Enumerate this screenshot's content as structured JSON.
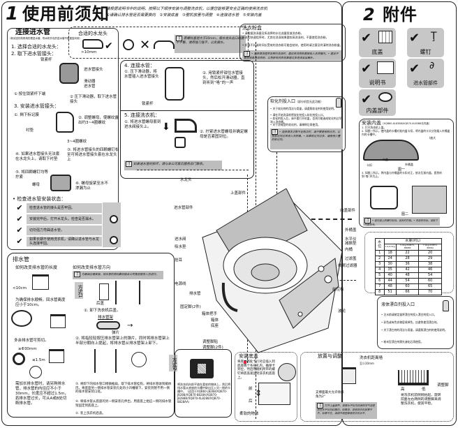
{
  "header": {
    "section_number": "1",
    "title": "使用前须知",
    "intro_line1": "请根据说明书中的说明，按照以下顺序安装与调整洗衣机，以便您能够更安全正确的使用洗衣机",
    "intro_line2": "①请确认排水管是否需要换向　②安装底盖　③整机放置与调整　④连接进水管　⑤安装内盖"
  },
  "accessories": {
    "section_number": "2",
    "title": "附件",
    "items": [
      {
        "label": "底盖",
        "icon": "base-cover-icon"
      },
      {
        "label": "螺钉",
        "icon": "screw-icon"
      },
      {
        "label": "说明书",
        "icon": "manual-icon"
      },
      {
        "label": "进水管部件",
        "icon": "inlet-hose-icon"
      },
      {
        "label": "内盖部件",
        "icon": "inner-lid-icon"
      }
    ]
  },
  "inlet": {
    "title": "连接进水管",
    "subtitle": "（新买回的机带用的是进水管，购水机外包的进水管不要重复利用）",
    "steps": [
      "1. 选择合适的水龙头：",
      "2. 取下进水管接头：",
      "3. 安装进水管接头："
    ],
    "labels": {
      "lock_lever": "锁紧杆",
      "inlet_joint": "进水管接头",
      "slider": "滑动器",
      "inlet_pipe": "进水管",
      "s2_1": "① 按住锁紧杆下端",
      "s2_2": "② 压下滑动器，取下进水管接头",
      "s3_1": "①. 揭下标记膜",
      "s3_2": "②. 调整螺母，使螺纹露出约3~4圈螺纹",
      "gasket": "衬垫",
      "threads": "3~4圈螺纹",
      "s3_4": "④. 如果进水管接头无法套在水龙头上，请取下衬垫",
      "s3_3": "③. 将进水管接头的四颗螺钉松至可将进水管接头套在水龙头上",
      "s3_5": "⑤. 将四颗螺钉均等拧紧",
      "nut": "螺母",
      "s3_6": "⑥. 螺母旋紧至水不渗漏为止"
    },
    "faucet_box": {
      "title": "合适的水龙头",
      "dim": ">10mm",
      "note_tag": "注",
      "note": "若螺纹直径大于10mm，需水龙头出口端面不平整，请用锉刀锉平，以免漏水。"
    },
    "step4": {
      "title": "4. 连接水管：",
      "s1": "①. 压下滑动器，将水管插入进水管接头",
      "s2": "②. 用锁紧杆钳住水管接头，然后松开滑动器，直到听到“咯”的一声",
      "lever": "锁紧杆"
    },
    "step5": {
      "title": "5. 连接洗衣机：",
      "s1": "①. 将进水管螺母套到进水阀接头上。",
      "s2": "②. 拧紧进水管螺母并确定螺母是否紧固到位。",
      "note_tag": "注",
      "note": "如果进水管的损坏，请与本公司售后服务部门联系。"
    },
    "check": {
      "title": "• 检查进水管安装状态：",
      "items": [
        "检查进水管的接头是否牢固。",
        "安装完毕后，打开水龙头，检查是否漏水。",
        "切勿强力弯曲进水管。",
        "如果长期不使用洗衣机，请确认进水管与水龙头连接牢固。"
      ]
    }
  },
  "detergent": {
    "title": "洗衣粉盒",
    "bullets": [
      "• 请根据洗涤量及所选择的水位选量投放洗衣粉。",
      "• 选用快速程序时，尤其在洗涤效果要较高洗涤剂，不要使用洗衣粉。",
      "• 质量不好或时间长受效的洗衣粉可能会结块，使用时请注意及时清除洗衣粉盒。"
    ],
    "note_tag": "注",
    "note": "• 选择漂洗程序及预约洗涤时，建议将洗衣粉直接投入洗衣桶内。• 建议不要使用高泡洗衣粉，以免影响洗衣效果或过多泡沫溢出桶外。"
  },
  "softener": {
    "title": "软化剂投入口",
    "title_note": "（部分机型无此功能）",
    "bullets": [
      "• 关于软化剂的用法与用量，请遵照软化剂的使用说明。",
      "• 请在开始洗涤前将软化剂投入软化剂投入口。",
      "• 软化剂投入后，请不要打开机盖，否则可能造成软化剂过早流入洗衣桶。",
      "• 对于浓缩型的软化剂，请稀释后再使用。"
    ],
    "note_tag": "注",
    "note": "• 选择漂洗次数不足两次时，请不要使用软化剂，以免软化剂过早流入洗衣桶。• 如果软化剂过多，请使用少量的软化剂。"
  },
  "inner_lid": {
    "title": "安装内盖",
    "models": "（XQB60-XL8388/XQB70-XL8388无内盖）",
    "steps": [
      "1. 打开洗衣机上盖。",
      "2. 如图一所示，使内盖的卡槽对准内盖卡扣，将内盖的卡头分别插入外桶盖内的卡槽中。",
      "3. 如图二所示，将内盖与外桶盖的卡扣对正，依次压紧内盖，直到听到“咯”声为止。"
    ],
    "fig1": "图一",
    "fig2": "图二",
    "fig1_labels": [
      "卡扣",
      "内盖",
      "外桶盖",
      "内盖卡扣"
    ],
    "fig2_label": "卡扣",
    "enlarge": "放大",
    "note_tag": "注",
    "note": "• 若内盖上的螺钉松动，请及时拧紧。• 洗涤完毕后，请取下内盖清洗。"
  },
  "water_table": {
    "col_header": "水量(约L)",
    "row_header": "水位",
    "columns": [
      "3.5/4.5kg",
      "5.0kg/XQB70-8808B",
      "7.0kg/XQB70-8808A"
    ],
    "rows": [
      [
        "1",
        "18",
        "22",
        "20"
      ],
      [
        "2",
        "24",
        "28",
        "29"
      ],
      [
        "3",
        "30",
        "36",
        "38"
      ],
      [
        "4",
        "35",
        "42",
        "46"
      ],
      [
        "5",
        "40",
        "48",
        "54"
      ],
      [
        "6",
        "44",
        "54",
        "60"
      ],
      [
        "7",
        "48",
        "60",
        "65"
      ],
      [
        "8",
        "51",
        "66",
        "70"
      ]
    ]
  },
  "bleach": {
    "title": "液体漂白剂投入口",
    "bullets": [
      "• 注水前请按定量将漂白剂投入漂白剂投入口。",
      "• 彩色或有色衣物容易掉色，应避免使用漂白剂。",
      "• 关于漂白剂的用法与用量，请遵照漂白剂的使用说明。",
      "• 粉末型漂白剂需先溶化后再使用。"
    ]
  },
  "diagram_labels": {
    "left": [
      "水龙头",
      "进水管部件",
      "进水阀",
      "吸水垫",
      "挂耳",
      "电源线",
      "排水管",
      "固定脚(2件)",
      "箱体把手",
      "箱体",
      "底座",
      "调整脚贴",
      "调整脚(2件)"
    ],
    "top": "上盖部件",
    "right": [
      "内盖部件",
      "外桶盖",
      "水平仪",
      "减振垫",
      "内桶",
      "过滤盖",
      "线屑过滤器",
      "前控板",
      "波轮"
    ]
  },
  "drain": {
    "title": "排水管",
    "length_title": "如何改变排水管的长度",
    "dim1": "<10cm",
    "text1": "为确保排水顺畅，回水管离度应小于10cm。",
    "text2": "多余排水管可剪切。",
    "dim2": "≥Φ30mm",
    "dim3": "≤1.5m",
    "text3": "需加长排水管时，请另购排水管，排水管的内径应不小于30mm，长度应不超过1.5m，若排水管过长，可从A或B处切断排水管。",
    "dir_title": "如何改变排水管方向",
    "dir_note_tag": "注",
    "dir_note": "为确保正确安装，排水管的换向最好由本公司售后服务人员进行。",
    "method1": "方式1",
    "method2": "方式2",
    "back_cover": "后盖",
    "step1": "①. 卸下洗衣机后盖。",
    "drain_rack": "排水管架",
    "spring": "弹片",
    "step2": "②. 将指轻轻按压排水管架上的弹片，同时将排水管架上半部分朝向上提起，将排水管从排水管架上卸下。",
    "step3": "③. 将卸下的排水管口稍微推扁，取下排水管挂钩，将排水管收到箱体内，将底座另一侧排水管安装孔处的小凹槽顺下，安装到暂不用一侧的排水管安装口处。",
    "step4": "④. 将排水管从底座的另一侧安装孔伸出，用底座上相应一侧的排水管架固定到底座上。",
    "step5": "⑤. 装上洗衣机后盖。",
    "method2_text": "将洗衣机向前平放在柔软的物体上，然后将排水管从底座的卡槽中取出压入另一侧的卡槽中。（适用于XQB60-J8288/XQB70-J8288/XQB70-8828A/XQB70-J8288B/XQB70-XL8288/XQB70-8828AA）"
  },
  "base_cover": {
    "title": "安装底盖",
    "text": "将底■两处卡爪对应插入到底座两个条形孔内，确保卡到位，然后用随机所带的螺钉将底盖紧固到洗衣机底座上。",
    "front": "前",
    "back": "后",
    "soft": "柔软的物体"
  },
  "placement": {
    "title": "放置与调整",
    "clearance_title": "洗衣机距离墙",
    "clearance": "至少20mm",
    "slope": "支撑面最大允许倾斜角为2°",
    "note_tag": "注",
    "note": "打开上盖部件，观察水平仪内的液体空气泡是否在水平仪的红圈内，如果否，说明洗衣机放置不平，如果不在，请调节调整脚使洗衣机水平。",
    "high": "高",
    "low": "低",
    "adjust_foot": "调整脚",
    "text": "将洗衣机前侧稍抬起，旋转前面左右两侧的调整脚来调整洗衣机，使其平稳。"
  },
  "colors": {
    "note_bg": "#bdbdbd",
    "check_bg": "#c9c9c9",
    "accent_red": "#e8264a"
  }
}
